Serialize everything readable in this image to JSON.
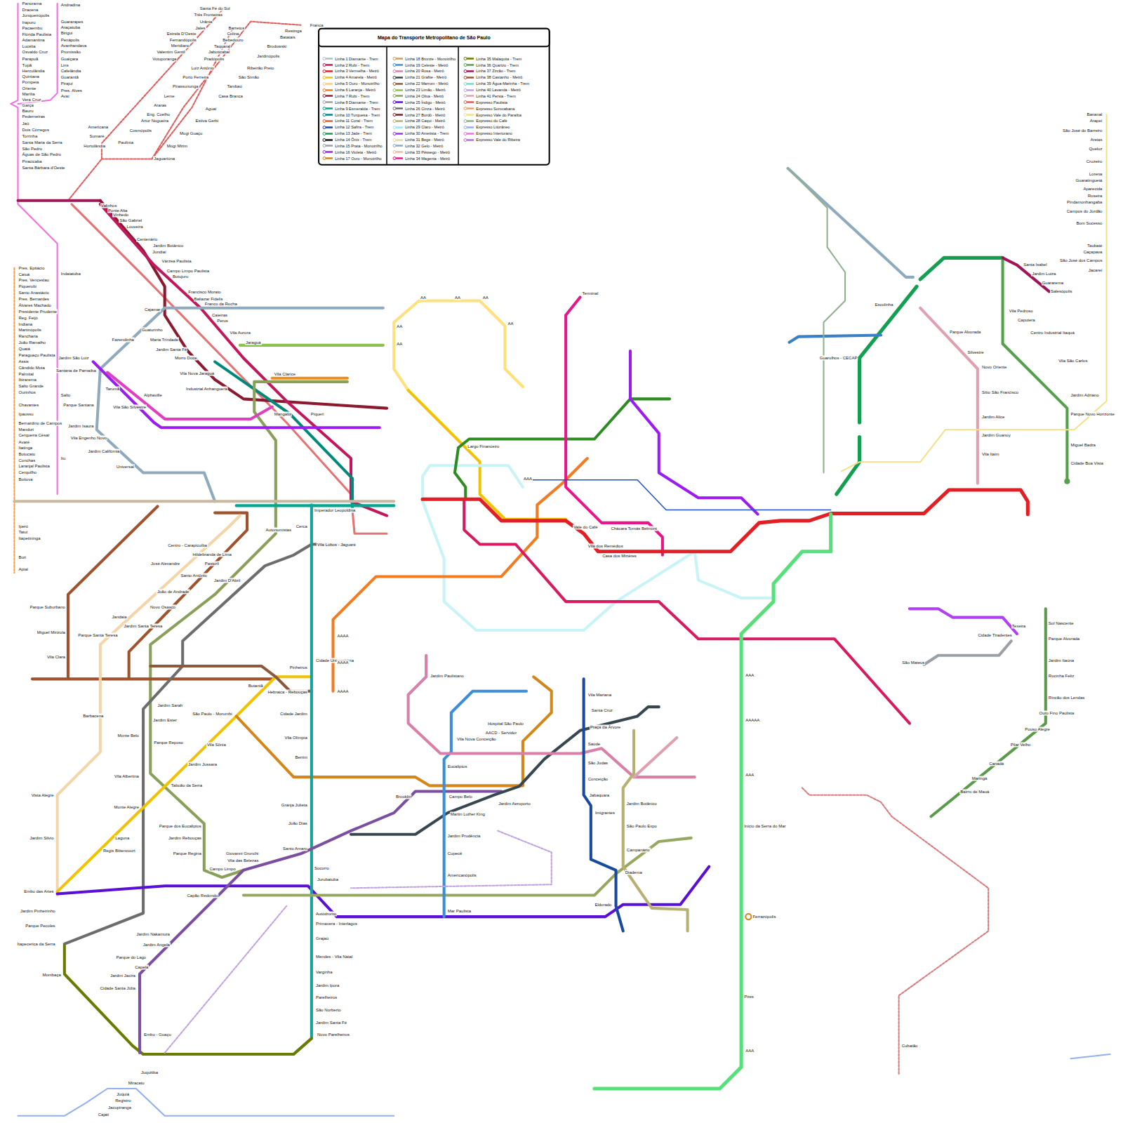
{
  "diagram": {
    "title": "Mapa do Transporte Metropolitano de São Paulo",
    "labels": [
      "Panorama",
      "Dracena",
      "Junqueirópolis",
      "Irapuru",
      "Pacaembu",
      "Flórida Paulista",
      "Adamantina",
      "Lucélia",
      "Osvaldo Cruz",
      "Parapuã",
      "Tupã",
      "Herculândia",
      "Quintana",
      "Pompeia",
      "Oriente",
      "Marília",
      "Vera Cruz",
      "Garça",
      "Bauru",
      "Pederneiras",
      "Jaú",
      "Dois Córregos",
      "Torrinha",
      "Santa Maria da Serra",
      "São Pedro",
      "Águas de São Pedro",
      "Piracicaba",
      "Santa Bárbara d'Oeste",
      "Andradina",
      "Guararapes",
      "Araçatuba",
      "Birigui",
      "Penápolis",
      "Avanhandava",
      "Promissão",
      "Guaiçara",
      "Lins",
      "Cafelândia",
      "Guarantã",
      "Pirajuí",
      "Pres. Alves",
      "Avaí",
      "Pres. Epitácio",
      "Caiuá",
      "Pres. Venceslau",
      "Piquerobi",
      "Santo Anastácio",
      "Pres. Bernardes",
      "Álvares Machado",
      "Presidente Prudente",
      "Reg. Feijó",
      "Indiana",
      "Martinópolis",
      "Rancharia",
      "João Ramalho",
      "Quatá",
      "Paraguaçu Paulista",
      "Assis",
      "Cândido Mota",
      "Palmital",
      "Ibirarema",
      "Salto Grande",
      "Ourinhos",
      "Chavantes",
      "Ipaussu",
      "Bernardino de Campos",
      "Manduri",
      "Cerqueira César",
      "Avaré",
      "Itatinga",
      "Botucatu",
      "Conchas",
      "Laranjal Paulista",
      "Cerquilho",
      "Boituva",
      "Iperó",
      "Tatuí",
      "Itapetininga",
      "Buri",
      "Apiaí",
      "Indaiatuba",
      "Salto",
      "Itu",
      "Santa Fé do Sul",
      "Três Fronteiras",
      "Urânia",
      "Jales",
      "Estrela D'Oeste",
      "Fernandópolis",
      "Meridiano",
      "Valentim Gentil",
      "Votuporanga",
      "Sumaré",
      "Hortolândia",
      "Americana",
      "Franca",
      "Restinga",
      "Batatais",
      "Brodowski",
      "Jardinópolis",
      "Ribeirão Preto",
      "São Simão",
      "Tambaú",
      "Casa Branca",
      "Aguaí",
      "Estiva Gerbi",
      "Mogi Guaçu",
      "Mogi Mirim",
      "Jaguariúna",
      "Barretos",
      "Colina",
      "Bebedouro",
      "Taquaral",
      "Jaboticabal",
      "Pradópolis",
      "Luiz Antônio",
      "Porto Ferreira",
      "Pirassununga",
      "Leme",
      "Araras",
      "Eng. Coelho",
      "Artur Nogueira",
      "Cosmópolis",
      "Paulínia",
      "Bananal",
      "Arapeí",
      "São José do Barreiro",
      "Areias",
      "Queluz",
      "Cruzeiro",
      "Lorena",
      "Guaratinguetá",
      "Aparecida",
      "Roseira",
      "Pindamonhangaba",
      "Campos do Jordão",
      "Bom Sucesso",
      "Taubaté",
      "Caçapava",
      "São José dos Campos",
      "Jacareí",
      "Santa Isabel",
      "Jardim Luiza",
      "Guararema",
      "Salesópolis",
      "Vila Pedroso",
      "Caputera",
      "Centro Industrial Itaquá",
      "Vila São Carlos",
      "Jardim Adriano",
      "Parque Novo Horizonte",
      "Miguel Badra",
      "Cidade Boa Vista",
      "Escolinha",
      "Guarulhos - CECAP",
      "Parque Alvorada",
      "Silvestre",
      "Novo Oriente",
      "Sítio São Francisco",
      "Jardim Alice",
      "Jardim Guanoy",
      "Vila Itaim",
      "Sol Nascente",
      "Parque Alvorada",
      "Jardim Itaúna",
      "Rocinha Feliz",
      "Rincão dos Lendas",
      "Ouro Fino Paulista",
      "Pouso Alegre",
      "Pilar Velho",
      "Canadá",
      "Maringá",
      "Bairro de Mauá",
      "Cidade Tiradentes",
      "Texeira",
      "São Mateus",
      "Início da Serra do Mar",
      "Pires",
      "Ferrazópolis",
      "Cubatão",
      "Valinhos",
      "Ponte Alta",
      "Vinhedo",
      "São Gabriel",
      "Louveira",
      "Centenário",
      "Jardim Botânico",
      "Jundiaí",
      "Várzea Paulista",
      "Campo Limpo Paulista",
      "Botujuru",
      "Francisco Morato",
      "Baltazar Fidelis",
      "Franco da Rocha",
      "Caieiras",
      "Perus",
      "Vila Aurora",
      "Jaraguá",
      "Cajamar",
      "Fazendinha",
      "Guaturinho",
      "Maria Trindade",
      "Jardim Santa Fé",
      "Morro Doce",
      "Vila Nova Jaraguá",
      "Industrial Anhanguera",
      "Jardim São Luiz",
      "Santana de Parnaíba",
      "Parque Santana",
      "Jardim Isaura",
      "Vila Engenho Novo",
      "Jardim Califórnia",
      "Universal",
      "Vila Clarice",
      "Mangalot",
      "Piqueri",
      "Vila São Silvestre",
      "Alphaville",
      "Tarumã",
      "Imperador Leopoldina",
      "Cerca",
      "Vila Lobos - Jaguaré",
      "Autonomistas",
      "Cidade Universitária",
      "Centro - Carapicuíba",
      "Hildebranda de Lima",
      "José Alexandre",
      "Pastoril",
      "Santo Antônio",
      "Jardim D'Abril",
      "João de Andrade",
      "Novo Osasco",
      "Jandaia",
      "Jardim Santa Teresa",
      "Parque Suburbano",
      "Miguel Mirizola",
      "Vila Clara",
      "Parque Santa Teresa",
      "Barbacena",
      "Vista Alegre",
      "Jardim Silvio",
      "Embu das Artes",
      "Jardim Pinheirinho",
      "Parque Pecoles",
      "Itapecerica da Serra",
      "Mombaça",
      "Taboão da Serra",
      "Jardim Jussara",
      "Vila Sônia",
      "São Paulo - Morumbi",
      "Butantã",
      "Hebraica - Rebouças",
      "Pinheiros",
      "Cidade Jardim",
      "Vila Olímpia",
      "Berrini",
      "Granja Julieta",
      "João Dias",
      "Santo Amaro",
      "Socorro",
      "Jurubatuba",
      "Autódromo",
      "Primavera - Interlagos",
      "Grajaú",
      "Mendes - Vila Natal",
      "Varginha",
      "Jardim Ipora",
      "Parelheiros",
      "São Norberto",
      "Jardim Santa Fé",
      "Novo Parelheiros",
      "Jardim Sarah",
      "Jardim Ester",
      "Parque Reposo",
      "Monte Belo",
      "Vila Albertina",
      "Monte Alegre",
      "Laguna",
      "Regis Bittencourt",
      "Parque dos Eucaliptos",
      "Jardim Rebouças",
      "Parque Regina",
      "Capão Redondo",
      "Campo Limpo",
      "Giovanni Gronchi",
      "Vila das Belezas",
      "Jardim Angela",
      "Jardim Nakamura",
      "Parque do Lago",
      "Capela",
      "Jardim Jacira",
      "Cidade Santa Júlia",
      "Embu - Guaçu",
      "Juquitiba",
      "Miracatu",
      "Juquiá",
      "Registro",
      "Jacupiranga",
      "Cajati",
      "Jardim Paulistano",
      "Eucaliptos",
      "Campo Belo",
      "Martin Luther King",
      "Jardim Prudência",
      "Cupecê",
      "Americanópolis",
      "Mar Paulista",
      "Brooklin",
      "Vila Mariana",
      "Santa Cruz",
      "Praça da Árvore",
      "Saúde",
      "São Judas",
      "Conceição",
      "Jabaquara",
      "Imigrantes",
      "Diadema",
      "Eldorado",
      "Jardim Botânico",
      "São Paulo Expo",
      "Campanário",
      "Hospital São Paulo",
      "AACD - Servidor",
      "Vila Nova Conceição",
      "Jardim Aeroporto",
      "Largo Financeiro",
      "Vale do Café",
      "Chácara Tomás Belmont",
      "Vila dos Remédios",
      "Casa dos Mirtéres",
      "Terminal",
      "AA",
      "AA",
      "AA",
      "AA",
      "AA",
      "AA",
      "AAA",
      "AAAA",
      "AAAA",
      "AAAA",
      "AAA",
      "AAAAA",
      "AAA",
      "AAA"
    ],
    "legend": [
      {
        "text": "Linha 1 Diamante - Trem"
      },
      {
        "text": "Linha 2 Rubi - Trem"
      },
      {
        "text": "Linha 3 Vermelha - Metrô"
      },
      {
        "text": "Linha 4 Amarela - Metrô"
      },
      {
        "text": "Linha 5 Ouro - Monotrilho"
      },
      {
        "text": "Linha 6 Laranja - Metrô"
      },
      {
        "text": "Linha 7 Rubi - Trem"
      },
      {
        "text": "Linha 8 Diamante - Trem"
      },
      {
        "text": "Linha 9 Esmeralda - Trem"
      },
      {
        "text": "Linha 10 Turquesa - Trem"
      },
      {
        "text": "Linha 11 Coral - Trem"
      },
      {
        "text": "Linha 12 Safira - Trem"
      },
      {
        "text": "Linha 13 Jade - Trem"
      },
      {
        "text": "Linha 14 Ônix - Trem"
      },
      {
        "text": "Linha 15 Prata - Monotrilho"
      },
      {
        "text": "Linha 16 Violeta - Metrô"
      },
      {
        "text": "Linha 17 Ouro - Monotrilho"
      },
      {
        "text": "Linha 18 Bronze - Monotrilho"
      },
      {
        "text": "Linha 19 Celeste - Metrô"
      },
      {
        "text": "Linha 20 Rosa - Metrô"
      },
      {
        "text": "Linha 21 Grafite - Metrô"
      },
      {
        "text": "Linha 22 Marrom - Metrô"
      },
      {
        "text": "Linha 23 Limão - Metrô"
      },
      {
        "text": "Linha 24 Oliva - Metrô"
      },
      {
        "text": "Linha 25 Índigo - Metrô"
      },
      {
        "text": "Linha 26 Cinza - Metrô"
      },
      {
        "text": "Linha 27 Bordô - Metrô"
      },
      {
        "text": "Linha 28 Caqui - Metrô"
      },
      {
        "text": "Linha 29 Claro - Metrô"
      },
      {
        "text": "Linha 30 Ametista - Trem"
      },
      {
        "text": "Linha 31 Bege - Metrô"
      },
      {
        "text": "Linha 32 Gelo - Metrô"
      },
      {
        "text": "Linha 33 Pêssego - Metrô"
      },
      {
        "text": "Linha 34 Magenta - Metrô"
      },
      {
        "text": "Linha 35 Malaquita - Trem"
      },
      {
        "text": "Linha 36 Quartzo - Trem"
      },
      {
        "text": "Linha 37 Zircão - Trem"
      },
      {
        "text": "Linha 38 Castanho - Metrô"
      },
      {
        "text": "Linha 39 Água-Marinha - Trem"
      },
      {
        "text": "Linha 40 Lavanda - Metrô"
      },
      {
        "text": "Linha 41 Persia - Trem"
      },
      {
        "text": "Expresso Paulista"
      },
      {
        "text": "Expresso Sorocabana"
      },
      {
        "text": "Expresso Vale do Paraíba"
      },
      {
        "text": "Expresso do Café"
      },
      {
        "text": "Expresso Litorâneo"
      },
      {
        "text": "Expresso Interiorano"
      },
      {
        "text": "Expresso Vale do Ribeira"
      }
    ]
  }
}
